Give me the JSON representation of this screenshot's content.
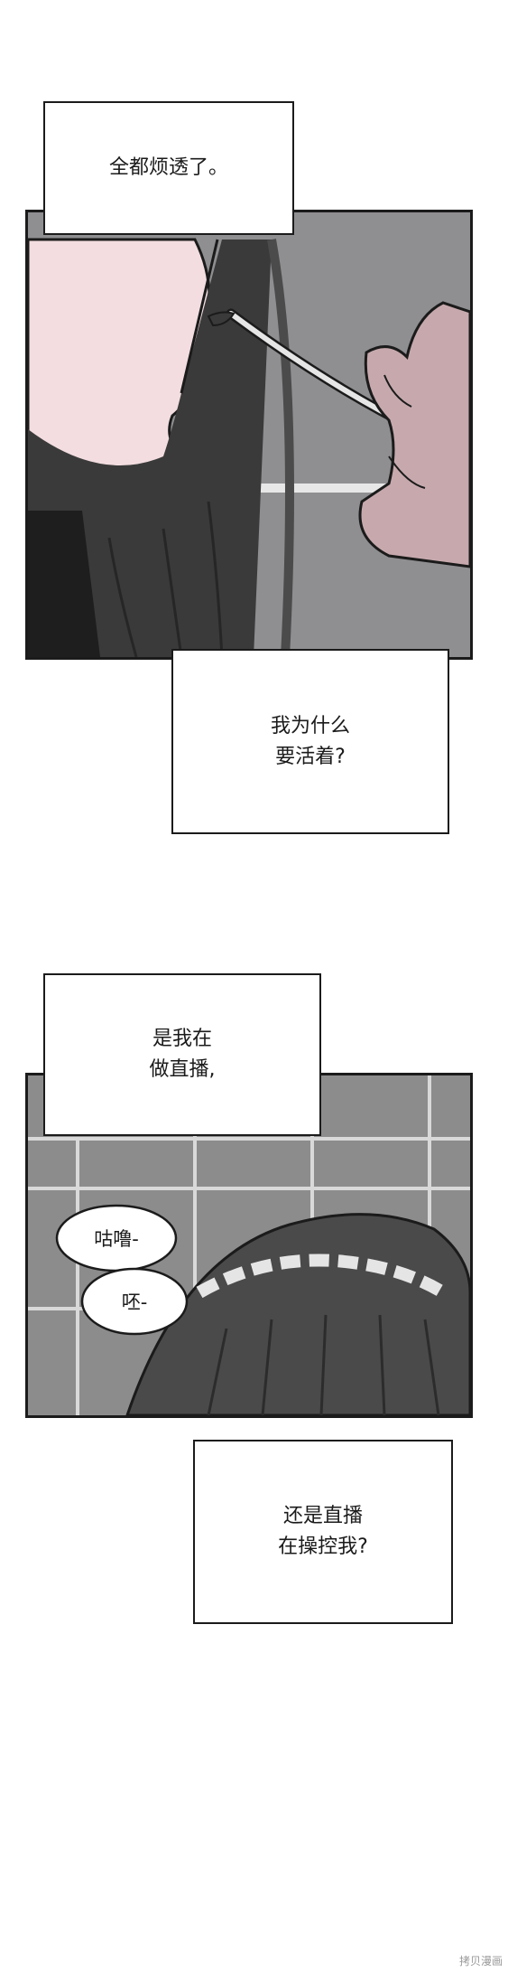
{
  "captions": {
    "c1": "全都烦透了。",
    "c2": [
      "我为什么",
      "要活着?"
    ],
    "c3": [
      "是我在",
      "做直播,"
    ],
    "c4": [
      "还是直播",
      "在操控我?"
    ]
  },
  "bubbles": {
    "b1": "咕噜-",
    "b2": "呸-"
  },
  "watermark": "拷贝漫画",
  "colors": {
    "ink": "#1b1b1b",
    "panel_bg_gray": "#8f8e91",
    "skin": "#f3dde0",
    "hair": "#3a3a3a",
    "hand": "#c7a9ad",
    "cigarette_tip": "#c0431b",
    "tile": "#8c8c8c"
  }
}
